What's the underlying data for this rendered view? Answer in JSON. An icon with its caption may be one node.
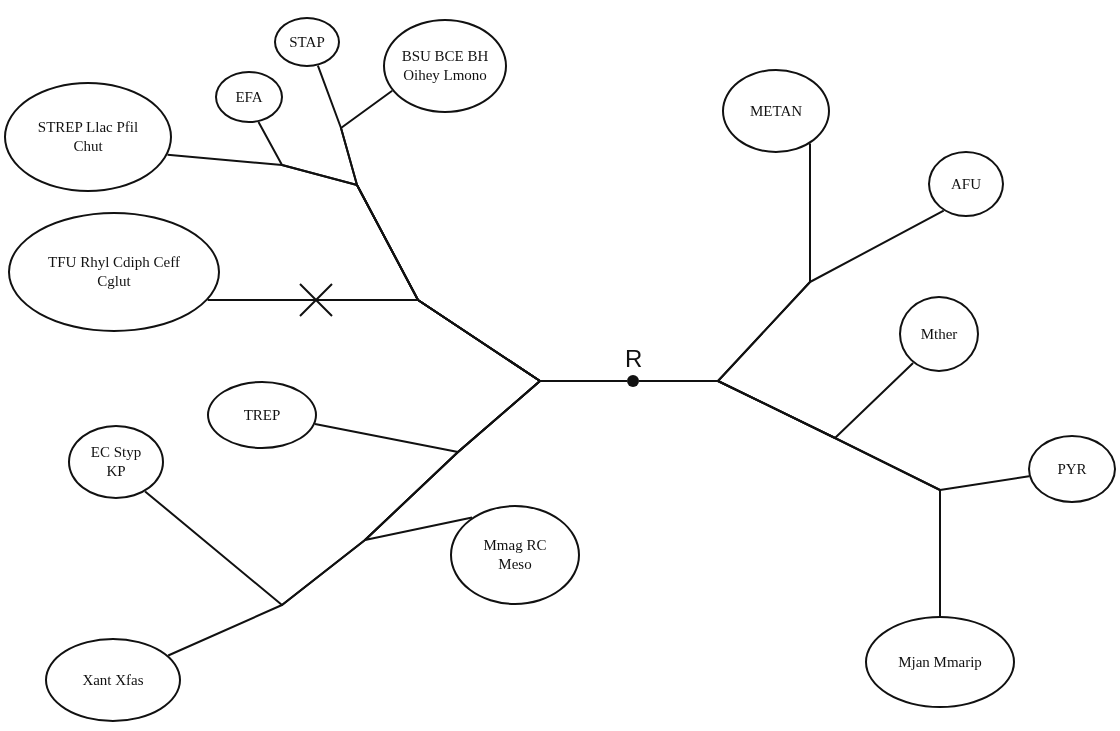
{
  "diagram": {
    "nodes": [
      {
        "text": [
          "STAP"
        ]
      },
      {
        "text": [
          "BSU BCE BH Oihey Lmono"
        ]
      },
      {
        "text": [
          "EFA"
        ]
      },
      {
        "text": [
          "STREP Llac Pfil Chut"
        ]
      },
      {
        "text": [
          "TFU Rhyl Cdiph Ceff Cglut"
        ]
      },
      {
        "text": [
          "TREP"
        ]
      },
      {
        "text": [
          "EC Styp KP"
        ]
      },
      {
        "text": [
          "Mmag RC Meso"
        ]
      },
      {
        "text": [
          "Xant Xfas"
        ]
      },
      {
        "text": [
          "METAN"
        ]
      },
      {
        "text": [
          "AFU"
        ]
      },
      {
        "text": [
          "Mther"
        ]
      },
      {
        "text": [
          "PYR"
        ]
      },
      {
        "text": [
          "Mjan Mmarip"
        ]
      },
      {
        "text": [],
        "shape": "circle",
        "beside": [
          "R"
        ]
      }
    ],
    "edges": [
      {
        "from": 14,
        "to": 0,
        "arrow": "none"
      },
      {
        "from": 14,
        "to": 1,
        "arrow": "none"
      },
      {
        "from": 14,
        "to": 2,
        "arrow": "none"
      },
      {
        "from": 14,
        "to": 3,
        "arrow": "none"
      },
      {
        "from": 14,
        "to": 4,
        "arrow": "none"
      },
      {
        "from": 14,
        "to": 5,
        "arrow": "none"
      },
      {
        "from": 14,
        "to": 6,
        "arrow": "none"
      },
      {
        "from": 14,
        "to": 7,
        "arrow": "none"
      },
      {
        "from": 14,
        "to": 8,
        "arrow": "none"
      },
      {
        "from": 14,
        "to": 9,
        "arrow": "none"
      },
      {
        "from": 14,
        "to": 10,
        "arrow": "none"
      },
      {
        "from": 14,
        "to": 11,
        "arrow": "none"
      },
      {
        "from": 14,
        "to": 12,
        "arrow": "none"
      },
      {
        "from": 14,
        "to": 13,
        "arrow": "none"
      }
    ]
  }
}
